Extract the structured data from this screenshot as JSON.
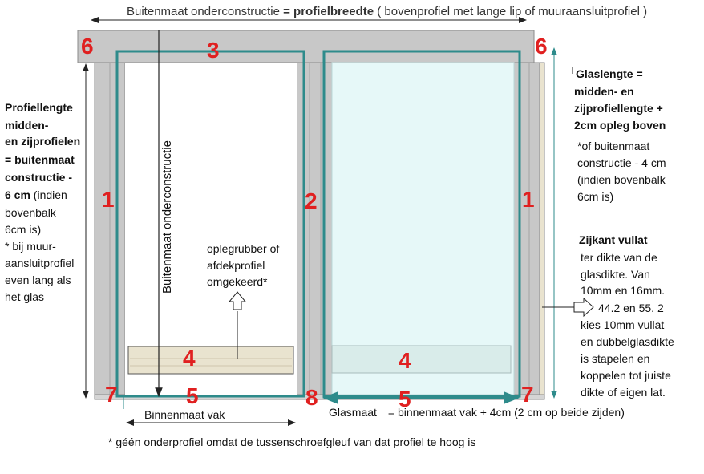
{
  "top": {
    "normal": "Buitenmaat onderconstructie ",
    "bold": "= profielbreedte",
    "rest": " ( bovenprofiel met lange lip of muuraansluitprofiel )"
  },
  "left_note": {
    "l1": "Profiellengte",
    "l2": " midden-",
    "l3": " en zijprofielen",
    "l4": "= buitenmaat",
    "l5": "constructie -",
    "l6_bold": "6 cm",
    "l6_rest": " (indien",
    "l7": "bovenbalk",
    "l8": "6cm is)",
    "l9": "* bij muur-",
    "l10": "aansluitprofiel",
    "l11": "even lang als",
    "l12": "het glas"
  },
  "right_note": {
    "g1": "Glaslengte =",
    "g2": "midden- en",
    "g3": "zijprofiellengte +",
    "g4": "2cm opleg boven",
    "g5": "*of buitenmaat",
    "g6": "constructie - 4 cm",
    "g7": "(indien bovenbalk",
    "g8": "6cm is)"
  },
  "vullat": {
    "title": "Zijkant vullat",
    "v1": "ter dikte van de",
    "v2": "glasdikte. Van",
    "v3": "10mm en 16mm.",
    "v4": "44.2 en 55. 2",
    "v5": "kies 10mm vullat",
    "v6": "en dubbelglasdikte",
    "v7": "is stapelen en",
    "v8": "koppelen tot juiste",
    "v9": "dikte of eigen lat."
  },
  "center_note": {
    "c1": "oplegrubber of",
    "c2": "afdekprofiel",
    "c3": "omgekeerd*"
  },
  "vertical_label": "Buitenmaat onderconstructie",
  "binnenmaat_label": "Binnenmaat vak",
  "glasmaat": {
    "label": "Glasmaat",
    "rest": "= binnenmaat vak + 4cm  (2 cm op beide zijden)"
  },
  "footnote": "* géén onderprofiel omdat de tussenschroefgleuf van dat profiel te hoog is",
  "numbers": {
    "n6a": "6",
    "n3": "3",
    "n6b": "6",
    "n1a": "1",
    "n2": "2",
    "n1b": "1",
    "n4a": "4",
    "n4b": "4",
    "n7a": "7",
    "n5a": "5",
    "n8": "8",
    "n5b": "5",
    "n7b": "7"
  },
  "colors": {
    "frame_gray": "#c8c8c8",
    "frame_border": "#8a8a8a",
    "teal_outline": "#2e8b8b",
    "glass": "#e6f8f8",
    "rubber_strip": "#e9e3cf",
    "marker_red": "#e02020"
  }
}
